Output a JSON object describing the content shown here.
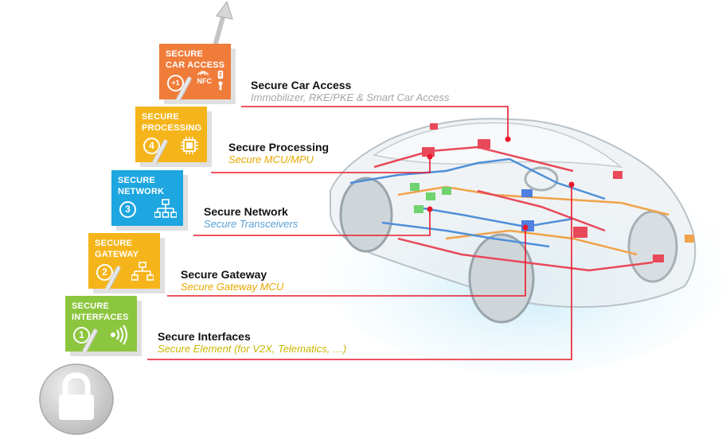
{
  "colors": {
    "orange": "#f07c3a",
    "amber": "#f5b51a",
    "blue": "#1da6e0",
    "green": "#8cc63f",
    "red_line": "#e8192c"
  },
  "blocks": [
    {
      "id": "interfaces",
      "title": "SECURE\nINTERFACES",
      "num": "1",
      "icon": "signal-waves-icon"
    },
    {
      "id": "gateway",
      "title": "SECURE\nGATEWAY",
      "num": "2",
      "icon": "network-tree-icon"
    },
    {
      "id": "network",
      "title": "SECURE\nNETWORK",
      "num": "3",
      "icon": "network-tree-icon"
    },
    {
      "id": "processing",
      "title": "SECURE\nPROCESSING",
      "num": "4",
      "icon": "chip-icon"
    },
    {
      "id": "car_access",
      "title": "SECURE\nCAR ACCESS",
      "num": "+1",
      "icon": "nfc-key-icon",
      "nfc": "NFC"
    }
  ],
  "labels": [
    {
      "id": "car_access",
      "heading": "Secure Car Access",
      "sub": "Immobilizer, RKE/PKE & Smart Car Access",
      "sub_color": "#a6a6a6"
    },
    {
      "id": "processing",
      "heading": "Secure Processing",
      "sub": "Secure MCU/MPU",
      "sub_color": "#e6a800"
    },
    {
      "id": "network",
      "heading": "Secure Network",
      "sub": "Secure Transceivers",
      "sub_color": "#5a9fd4"
    },
    {
      "id": "gateway",
      "heading": "Secure Gateway",
      "sub": "Secure Gateway MCU",
      "sub_color": "#e6a800"
    },
    {
      "id": "interfaces",
      "heading": "Secure Interfaces",
      "sub": "Secure Element (for V2X, Telematics, …)",
      "sub_color": "#c9b800"
    }
  ]
}
